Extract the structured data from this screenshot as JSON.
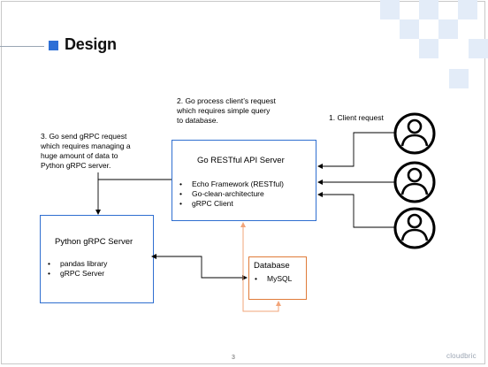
{
  "slide": {
    "title": "Design",
    "page_number": "3",
    "brand": "cloudbric"
  },
  "annotations": {
    "step1": "1. Client request",
    "step2_lines": [
      "2. Go process client’s request",
      "which requires simple query",
      "to database."
    ],
    "step3_lines": [
      "3. Go send gRPC request",
      "which requires managing a",
      "huge amount of data to",
      "Python gRPC server."
    ]
  },
  "go_server": {
    "title": "Go RESTful API Server",
    "items": [
      "Echo Framework (RESTful)",
      "Go-clean-architecture",
      "gRPC Client"
    ]
  },
  "python_server": {
    "title": "Python gRPC Server",
    "items": [
      "pandas library",
      "gRPC Server"
    ]
  },
  "database": {
    "title": "Database",
    "items": [
      "MySQL"
    ]
  },
  "clients": [
    "user-icon",
    "user-icon",
    "user-icon"
  ],
  "colors": {
    "accent_blue": "#2f6fd0",
    "db_orange": "#e07b39",
    "db_arrow": "#f2a57a",
    "deco_blue": "#e3ecf8"
  }
}
